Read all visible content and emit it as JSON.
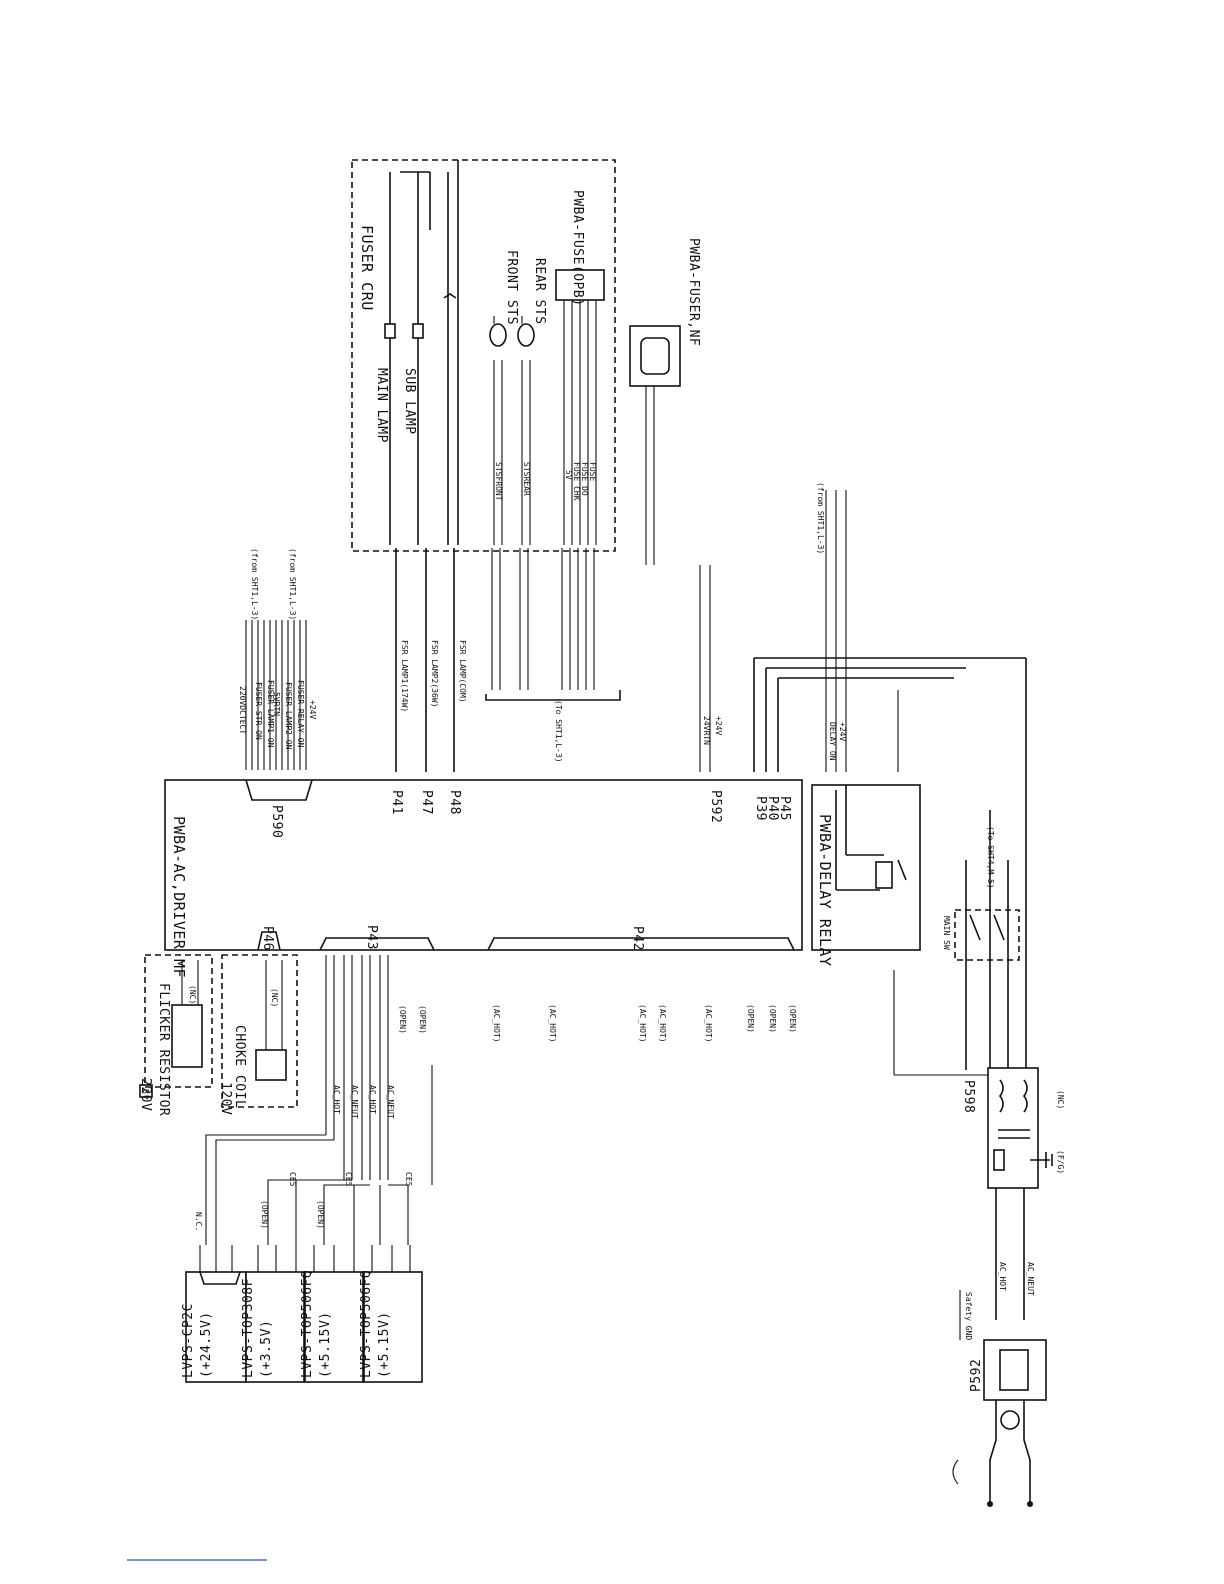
{
  "blocks": {
    "fuser_cru": "FUSER CRU",
    "main_lamp": "MAIN LAMP",
    "sub_lamp": "SUB LAMP",
    "front_sts": "FRONT STS",
    "rear_sts": "REAR STS",
    "pwba_fuse": "PWBA-FUSE(OPB)",
    "pwba_fuser_nf": "PWBA-FUSER,NF",
    "pwba_ac_driver": "PWBA-AC,DRIVER MF",
    "pwba_delay_relay": "PWBA-DELAY RELAY",
    "flicker_resistor": "FLICKER RESISTOR",
    "choke_coil": "CHOKE COIL",
    "v220": "220V",
    "v120": "120V",
    "nc": "(NC)",
    "main_sw": "MAIN SW",
    "safety_gnd": "Safety GND",
    "f_g": "(F/G)",
    "b_marker": "B"
  },
  "connectors": {
    "p590": "P590",
    "p41": "P41",
    "p47": "P47",
    "p48": "P48",
    "p592": "P592",
    "p39": "P39",
    "p40": "P40",
    "p45": "P45",
    "p46": "P46",
    "p43": "P43",
    "p42": "P42",
    "p598": "P598",
    "p592_bottom": "P592"
  },
  "lvps": [
    {
      "name": "LVPS-CP2C",
      "volt": "(+24.5V)"
    },
    {
      "name": "LVPS-TOP308F",
      "volt": "(+3.5V)"
    },
    {
      "name": "LVPS-TOP506FQ",
      "volt": "(+5.15V)"
    },
    {
      "name": "LVPS-TOP506FQ",
      "volt": "(+5.15V)"
    }
  ],
  "signals": {
    "top_bus": [
      "220VDCTECT",
      "FUSER STR ON",
      "FUSER LAMP1 ON",
      "5VRTN",
      "FUSER LAMP2 ON",
      "FUSER RELAY ON",
      "+24V"
    ],
    "from_sht": "(from SHT1,L-3)",
    "to_sht": "(To SHT1,L-3)",
    "to_sht_bottom": "(To SHT4,M-5)",
    "fsr_lamp1": "FSR LAMP1(174W)",
    "fsr_lamp2": "FSR LAMP2(36W)",
    "fsr_lamp_com": "FSR LAMP(COM)",
    "r24vrtn": "24VRTN",
    "r24v": "+24V",
    "delay_ac_on": "DELAY ON",
    "delay_24v": "+24V",
    "ac_hot": "(AC_HOT)",
    "open": "(OPEN)",
    "nc_small": "N.C.",
    "stsfront": "STSFRONT",
    "stsrear": "STSREAR",
    "fuse_sigs": [
      "5V",
      "FUSE_CHK",
      "FUSE_DO",
      "FUSE"
    ],
    "ac_hot_label": "AC_HOT",
    "ac_neut_label": "AC_NEUT",
    "ce5": "CE5"
  }
}
